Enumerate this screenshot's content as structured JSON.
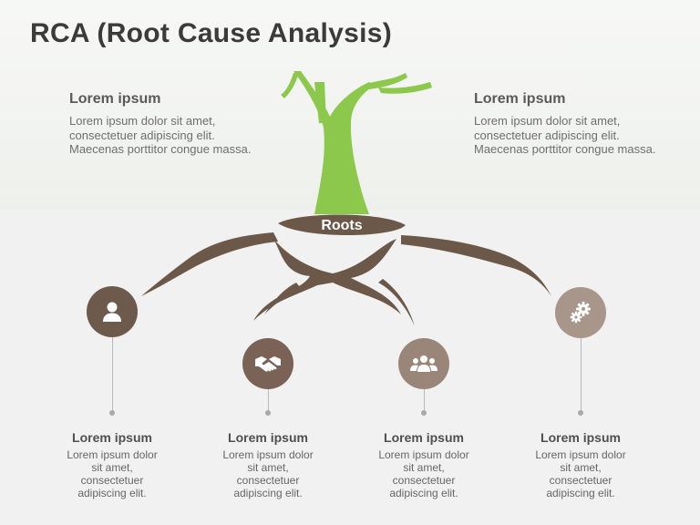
{
  "title": "RCA (Root Cause Analysis)",
  "tree_label": "Roots",
  "colors": {
    "trunk": "#8cc84b",
    "roots": "#6b5849",
    "circle_dark": "#6e5a4d",
    "circle_mid": "#8b7265",
    "circle_light": "#a9968a"
  },
  "left_block": {
    "heading": "Lorem ipsum",
    "body": "Lorem ipsum dolor sit amet, consectetuer adipiscing elit. Maecenas porttitor congue massa."
  },
  "right_block": {
    "heading": "Lorem ipsum",
    "body": "Lorem ipsum dolor sit amet, consectetuer adipiscing elit. Maecenas porttitor congue massa."
  },
  "causes": [
    {
      "icon": "user-icon",
      "heading": "Lorem ipsum",
      "body": "Lorem ipsum dolor sit amet, consectetuer adipiscing elit."
    },
    {
      "icon": "handshake-icon",
      "heading": "Lorem ipsum",
      "body": "Lorem ipsum dolor sit amet, consectetuer adipiscing elit."
    },
    {
      "icon": "team-icon",
      "heading": "Lorem ipsum",
      "body": "Lorem ipsum dolor sit amet, consectetuer adipiscing elit."
    },
    {
      "icon": "gears-icon",
      "heading": "Lorem ipsum",
      "body": "Lorem ipsum dolor sit amet, consectetuer adipiscing elit."
    }
  ]
}
